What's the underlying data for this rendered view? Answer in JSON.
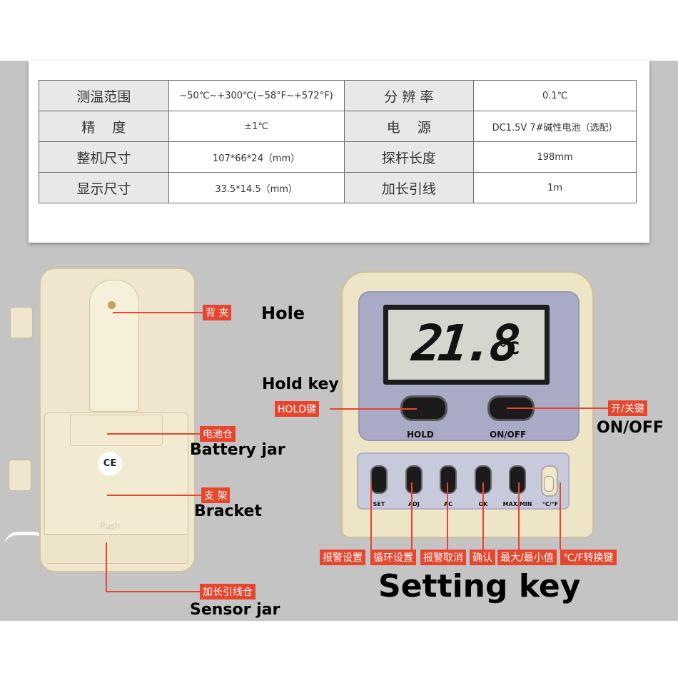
{
  "specs": [
    {
      "k1": "测温范围",
      "v1": "−50℃~+300℃(−58°F~+572°F)",
      "k2": "分 辨 率",
      "v2": "0.1℃"
    },
    {
      "k1": "精    度",
      "v1": "±1℃",
      "k2": "电    源",
      "v2": "DC1.5V  7#碱性电池（选配）"
    },
    {
      "k1": "整机尺寸",
      "v1": "107*66*24（mm）",
      "k2": "探杆长度",
      "v2": "198mm"
    },
    {
      "k1": "显示尺寸",
      "v1": "33.5*14.5（mm）",
      "k2": "加长引线",
      "v2": "1m"
    }
  ],
  "left_device": {
    "ce_mark": "CE",
    "push_text": "Push",
    "callouts": {
      "clip_cn": "背 夹",
      "clip_en": "Hole",
      "battery_cn": "电池仓",
      "battery_en": "Battery jar",
      "bracket_cn": "支 架",
      "bracket_en": "Bracket",
      "sensor_cn": "加长引线仓",
      "sensor_en": "Sensor jar"
    }
  },
  "right_device": {
    "lcd_value": "21.8",
    "lcd_unit": "℃",
    "hold_label": "HOLD",
    "onoff_label": "ON/OFF",
    "keys": [
      "SET",
      "ADJ",
      "AC",
      "OK",
      "MAX/MIN",
      "°C/°F"
    ],
    "callouts": {
      "hold_en": "Hold key",
      "hold_cn": "HOLD键",
      "onoff_cn": "开/关键",
      "onoff_en": "ON/OFF",
      "setting_key": "Setting key",
      "key_tags": [
        "报警设置",
        "循环设置",
        "报警取消",
        "确认",
        "最大/最小值",
        "℃/F转换键"
      ]
    }
  },
  "colors": {
    "accent": "#e7452d",
    "panel": "#c4c4c4",
    "device": "#efe6cd",
    "face": "#a8aac6"
  }
}
